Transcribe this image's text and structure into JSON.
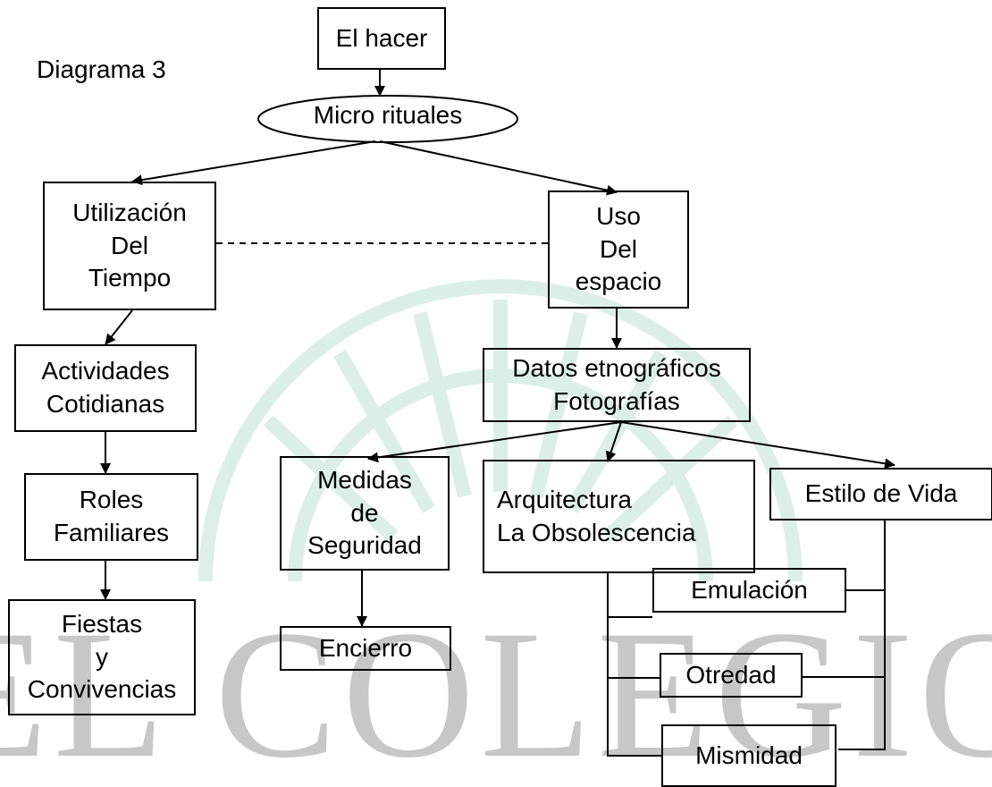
{
  "title": "Diagrama 3",
  "watermark": {
    "text": "EL COLEGIO",
    "color": "#4aa98c"
  },
  "nodes": {
    "el_hacer": "El hacer",
    "micro_rituales": "Micro rituales",
    "utilizacion": "Utilización\nDel\nTiempo",
    "uso_espacio": "Uso\nDel\nespacio",
    "actividades": "Actividades\nCotidianas",
    "datos": "Datos etnográficos\nFotografías",
    "roles": "Roles\nFamiliares",
    "fiestas": "Fiestas\ny\nConvivencias",
    "medidas": "Medidas\nde\nSeguridad",
    "arquitectura": "Arquitectura\nLa Obsolescencia",
    "estilo": "Estilo de Vida",
    "encierro": "Encierro",
    "emulacion": "Emulación",
    "otredad": "Otredad",
    "mismidad": "Mismidad"
  }
}
